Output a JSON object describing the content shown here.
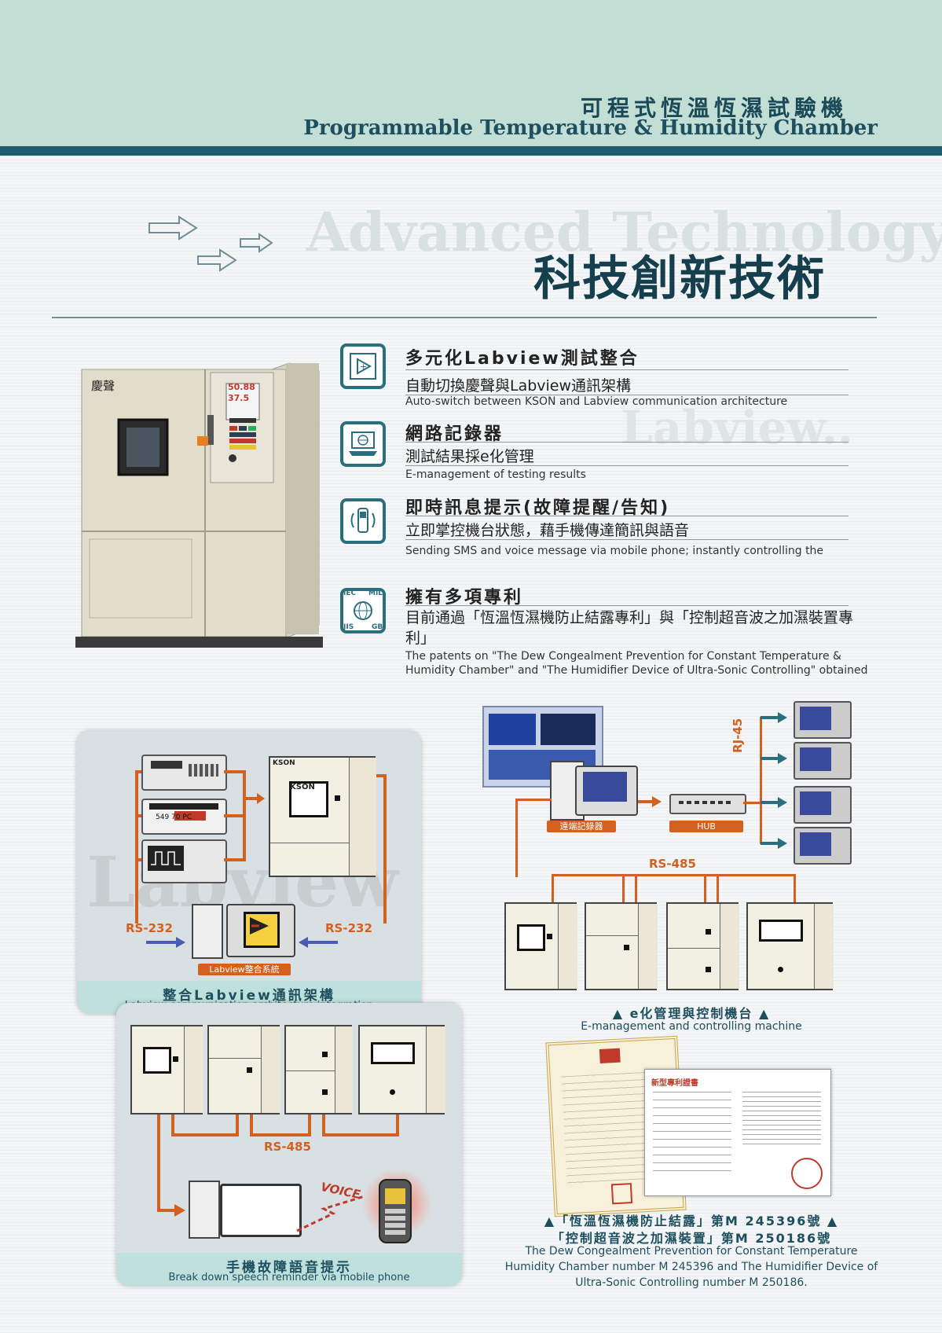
{
  "header": {
    "title_zh": "可程式恆溫恆濕試驗機",
    "title_en": "Programmable Temperature & Humidity Chamber"
  },
  "banner": {
    "ghost_en": "Advanced Technology",
    "title_zh": "科技創新技術"
  },
  "features": [
    {
      "title": "多元化Labview測試整合",
      "zh": "自動切換慶聲與Labview通訊架構",
      "en": "Auto-switch between KSON and Labview communication architecture"
    },
    {
      "title": "網路記錄器",
      "zh": "測試結果採e化管理",
      "en": "E-management of testing results"
    },
    {
      "title": "即時訊息提示(故障提醒/告知)",
      "zh": "立即掌控機台狀態，藉手機傳達簡訊與語音",
      "en": "Sending SMS and voice message via mobile phone; instantly controlling the"
    },
    {
      "title": "擁有多項專利",
      "zh": "目前通過「恆溫恆濕機防止結露專利」與「控制超音波之加濕裝置專利」",
      "en": "The patents on \"The Dew Congealment Prevention for Constant Temperature & Humidity Chamber\" and \"The Humidifier Device of Ultra-Sonic Controlling\" obtained"
    }
  ],
  "feature_ghost": "Labview..",
  "icons": {
    "icon4_tl": "IEC",
    "icon4_tr": "MIL",
    "icon4_bl": "JIS",
    "icon4_br": "GB"
  },
  "chamber_display": {
    "brand": "慶聲",
    "reading1": "50.88",
    "reading2": "37.5"
  },
  "diagram_labview": {
    "ghost": "Labview",
    "rs232_left": "RS-232",
    "rs232_right": "RS-232",
    "system_tag": "Labview整合系統",
    "meter_reading": "549 70 PC",
    "brand": "KSON",
    "caption_zh": "整合Labview通訊架構",
    "caption_en": "Labview communication architecture integration"
  },
  "diagram_network": {
    "recorder_tag": "遠端記錄器",
    "hub_tag": "HUB",
    "rj45": "RJ-45",
    "rs485": "RS-485",
    "caption_zh": "▲ e化管理與控制機台 ▲",
    "caption_en": "E-management and controlling machine"
  },
  "diagram_phone": {
    "rs485": "RS-485",
    "voice": "VOICE",
    "caption_zh": "手機故障語音提示",
    "caption_en": "Break down speech reminder via mobile phone"
  },
  "patents": {
    "line1": "▲「恆溫恆濕機防止結露」第M 245396號 ▲",
    "line2": "「控制超音波之加濕裝置」第M 250186號",
    "en1": "The Dew Congealment Prevention for Constant Temperature",
    "en2": "Humidity Chamber number M 245396 and The Humidifier Device of",
    "en3": "Ultra-Sonic Controlling number M 250186.",
    "cert_title": "新型專利證書"
  },
  "colors": {
    "teal_dark": "#1d5d6e",
    "header_band": "#c2ded5",
    "orange": "#d2601f",
    "caption_band": "#bfe0dc"
  }
}
